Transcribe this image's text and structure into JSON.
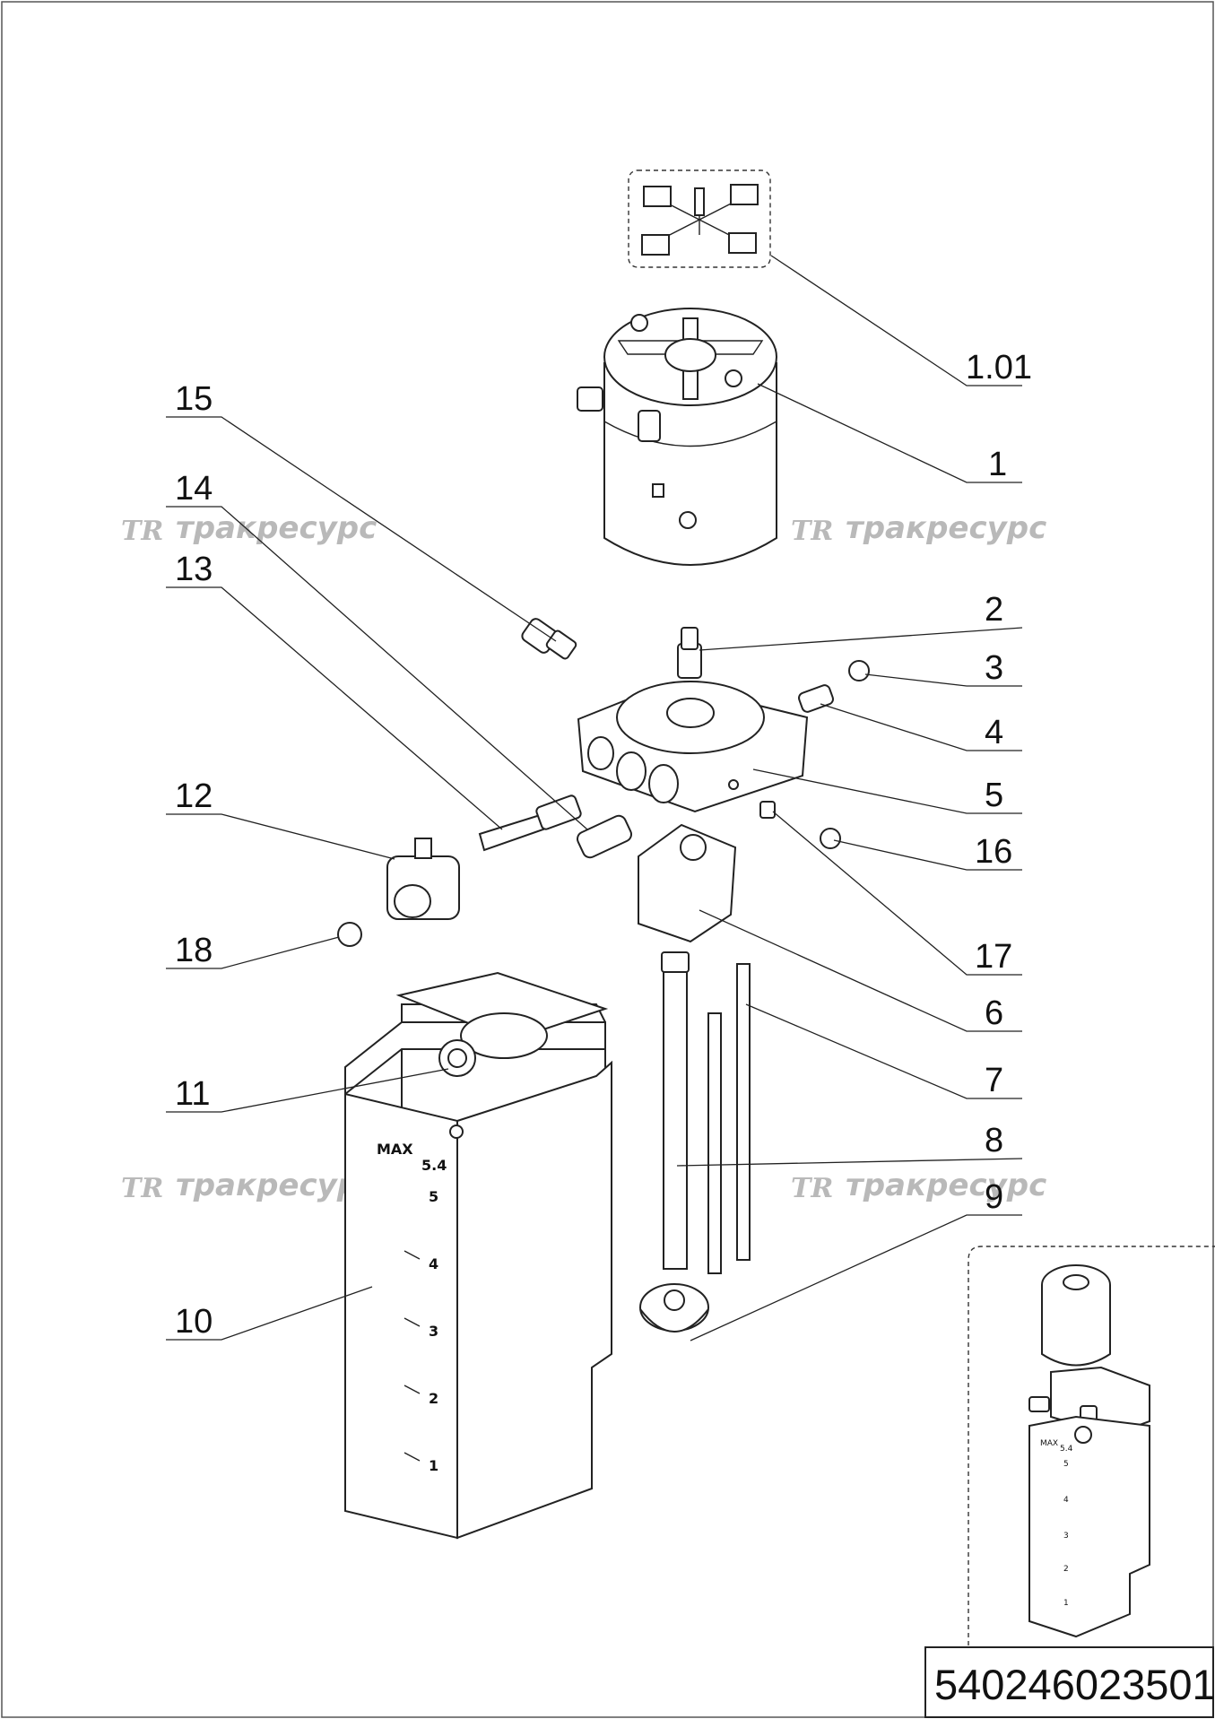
{
  "callouts": [
    "1.01",
    "1",
    "2",
    "3",
    "4",
    "5",
    "16",
    "17",
    "6",
    "7",
    "8",
    "9",
    "15",
    "14",
    "13",
    "12",
    "18",
    "11",
    "10"
  ],
  "watermark": {
    "logo": "TR",
    "text": "тракресурс"
  },
  "tank_scale": {
    "max_label": "MAX",
    "max_values": "5.4",
    "marks": [
      "5",
      "4",
      "3",
      "2",
      "1"
    ]
  },
  "inset_scale": {
    "max_label": "MAX",
    "max_values": "5.4",
    "marks": [
      "5",
      "4",
      "3",
      "2",
      "1"
    ]
  },
  "document_number": "540246023501"
}
